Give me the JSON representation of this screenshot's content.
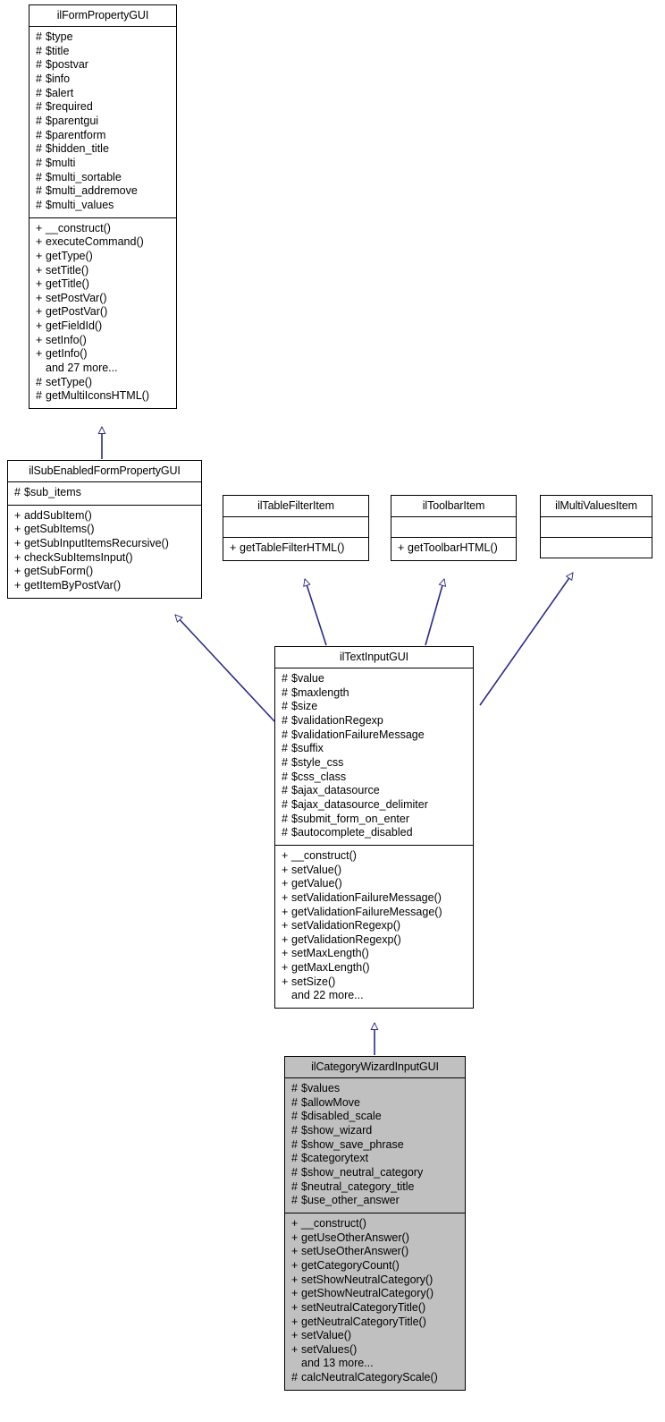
{
  "diagram": {
    "kind": "uml-class-inheritance-diagram",
    "title": "ilCategoryWizardInputGUI inheritance graph",
    "edge_color": "#2a2a8c",
    "highlight_fill": "#c0c0c0",
    "box_fill": "#ffffff",
    "border_color": "#000000"
  },
  "classes": {
    "ilFormPropertyGUI": {
      "name": "ilFormPropertyGUI",
      "highlighted": false,
      "attributes": [
        {
          "vis": "#",
          "label": "$type"
        },
        {
          "vis": "#",
          "label": "$title"
        },
        {
          "vis": "#",
          "label": "$postvar"
        },
        {
          "vis": "#",
          "label": "$info"
        },
        {
          "vis": "#",
          "label": "$alert"
        },
        {
          "vis": "#",
          "label": "$required"
        },
        {
          "vis": "#",
          "label": "$parentgui"
        },
        {
          "vis": "#",
          "label": "$parentform"
        },
        {
          "vis": "#",
          "label": "$hidden_title"
        },
        {
          "vis": "#",
          "label": "$multi"
        },
        {
          "vis": "#",
          "label": "$multi_sortable"
        },
        {
          "vis": "#",
          "label": "$multi_addremove"
        },
        {
          "vis": "#",
          "label": "$multi_values"
        }
      ],
      "methods": [
        {
          "vis": "+",
          "label": "__construct()"
        },
        {
          "vis": "+",
          "label": "executeCommand()"
        },
        {
          "vis": "+",
          "label": "getType()"
        },
        {
          "vis": "+",
          "label": "setTitle()"
        },
        {
          "vis": "+",
          "label": "getTitle()"
        },
        {
          "vis": "+",
          "label": "setPostVar()"
        },
        {
          "vis": "+",
          "label": "getPostVar()"
        },
        {
          "vis": "+",
          "label": "getFieldId()"
        },
        {
          "vis": "+",
          "label": "setInfo()"
        },
        {
          "vis": "+",
          "label": "getInfo()"
        },
        {
          "vis": "",
          "label": "and 27 more..."
        },
        {
          "vis": "#",
          "label": "setType()"
        },
        {
          "vis": "#",
          "label": "getMultiIconsHTML()"
        }
      ]
    },
    "ilSubEnabledFormPropertyGUI": {
      "name": "ilSubEnabledFormPropertyGUI",
      "highlighted": false,
      "attributes": [
        {
          "vis": "#",
          "label": "$sub_items"
        }
      ],
      "methods": [
        {
          "vis": "+",
          "label": "addSubItem()"
        },
        {
          "vis": "+",
          "label": "getSubItems()"
        },
        {
          "vis": "+",
          "label": "getSubInputItemsRecursive()"
        },
        {
          "vis": "+",
          "label": "checkSubItemsInput()"
        },
        {
          "vis": "+",
          "label": "getSubForm()"
        },
        {
          "vis": "+",
          "label": "getItemByPostVar()"
        }
      ]
    },
    "ilTableFilterItem": {
      "name": "ilTableFilterItem",
      "highlighted": false,
      "attributes": [],
      "methods": [
        {
          "vis": "+",
          "label": "getTableFilterHTML()"
        }
      ]
    },
    "ilToolbarItem": {
      "name": "ilToolbarItem",
      "highlighted": false,
      "attributes": [],
      "methods": [
        {
          "vis": "+",
          "label": "getToolbarHTML()"
        }
      ]
    },
    "ilMultiValuesItem": {
      "name": "ilMultiValuesItem",
      "highlighted": false,
      "attributes": [],
      "methods": []
    },
    "ilTextInputGUI": {
      "name": "ilTextInputGUI",
      "highlighted": false,
      "attributes": [
        {
          "vis": "#",
          "label": "$value"
        },
        {
          "vis": "#",
          "label": "$maxlength"
        },
        {
          "vis": "#",
          "label": "$size"
        },
        {
          "vis": "#",
          "label": "$validationRegexp"
        },
        {
          "vis": "#",
          "label": "$validationFailureMessage"
        },
        {
          "vis": "#",
          "label": "$suffix"
        },
        {
          "vis": "#",
          "label": "$style_css"
        },
        {
          "vis": "#",
          "label": "$css_class"
        },
        {
          "vis": "#",
          "label": "$ajax_datasource"
        },
        {
          "vis": "#",
          "label": "$ajax_datasource_delimiter"
        },
        {
          "vis": "#",
          "label": "$submit_form_on_enter"
        },
        {
          "vis": "#",
          "label": "$autocomplete_disabled"
        }
      ],
      "methods": [
        {
          "vis": "+",
          "label": "__construct()"
        },
        {
          "vis": "+",
          "label": "setValue()"
        },
        {
          "vis": "+",
          "label": "getValue()"
        },
        {
          "vis": "+",
          "label": "setValidationFailureMessage()"
        },
        {
          "vis": "+",
          "label": "getValidationFailureMessage()"
        },
        {
          "vis": "+",
          "label": "setValidationRegexp()"
        },
        {
          "vis": "+",
          "label": "getValidationRegexp()"
        },
        {
          "vis": "+",
          "label": "setMaxLength()"
        },
        {
          "vis": "+",
          "label": "getMaxLength()"
        },
        {
          "vis": "+",
          "label": "setSize()"
        },
        {
          "vis": "",
          "label": "and 22 more..."
        }
      ]
    },
    "ilCategoryWizardInputGUI": {
      "name": "ilCategoryWizardInputGUI",
      "highlighted": true,
      "attributes": [
        {
          "vis": "#",
          "label": "$values"
        },
        {
          "vis": "#",
          "label": "$allowMove"
        },
        {
          "vis": "#",
          "label": "$disabled_scale"
        },
        {
          "vis": "#",
          "label": "$show_wizard"
        },
        {
          "vis": "#",
          "label": "$show_save_phrase"
        },
        {
          "vis": "#",
          "label": "$categorytext"
        },
        {
          "vis": "#",
          "label": "$show_neutral_category"
        },
        {
          "vis": "#",
          "label": "$neutral_category_title"
        },
        {
          "vis": "#",
          "label": "$use_other_answer"
        }
      ],
      "methods": [
        {
          "vis": "+",
          "label": "__construct()"
        },
        {
          "vis": "+",
          "label": "getUseOtherAnswer()"
        },
        {
          "vis": "+",
          "label": "setUseOtherAnswer()"
        },
        {
          "vis": "+",
          "label": "getCategoryCount()"
        },
        {
          "vis": "+",
          "label": "setShowNeutralCategory()"
        },
        {
          "vis": "+",
          "label": "getShowNeutralCategory()"
        },
        {
          "vis": "+",
          "label": "setNeutralCategoryTitle()"
        },
        {
          "vis": "+",
          "label": "getNeutralCategoryTitle()"
        },
        {
          "vis": "+",
          "label": "setValue()"
        },
        {
          "vis": "+",
          "label": "setValues()"
        },
        {
          "vis": "",
          "label": "and 13 more..."
        },
        {
          "vis": "#",
          "label": "calcNeutralCategoryScale()"
        }
      ]
    }
  },
  "edges": [
    {
      "from": "ilSubEnabledFormPropertyGUI",
      "to": "ilFormPropertyGUI",
      "type": "generalization"
    },
    {
      "from": "ilTextInputGUI",
      "to": "ilSubEnabledFormPropertyGUI",
      "type": "generalization"
    },
    {
      "from": "ilTextInputGUI",
      "to": "ilTableFilterItem",
      "type": "generalization"
    },
    {
      "from": "ilTextInputGUI",
      "to": "ilToolbarItem",
      "type": "generalization"
    },
    {
      "from": "ilTextInputGUI",
      "to": "ilMultiValuesItem",
      "type": "generalization"
    },
    {
      "from": "ilCategoryWizardInputGUI",
      "to": "ilTextInputGUI",
      "type": "generalization"
    }
  ]
}
